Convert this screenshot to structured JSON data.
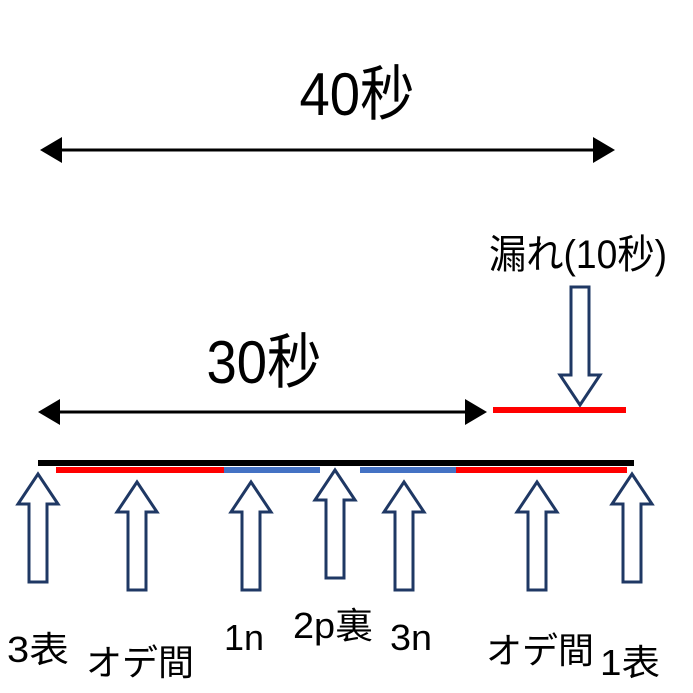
{
  "top_span": {
    "label": "40秒"
  },
  "mid_span": {
    "label": "30秒"
  },
  "leak": {
    "label": "漏れ(10秒)"
  },
  "markers": [
    {
      "label": "3表"
    },
    {
      "label": "オデ間"
    },
    {
      "label": "1n"
    },
    {
      "label": "2p裏"
    },
    {
      "label": "3n"
    },
    {
      "label": "オデ間"
    },
    {
      "label": "1表"
    }
  ],
  "colors": {
    "timeline": "#000000",
    "red_segment": "#ff0000",
    "blue_segment": "#4472c4",
    "arrow_outline": "#1f3864",
    "text": "#000000"
  }
}
